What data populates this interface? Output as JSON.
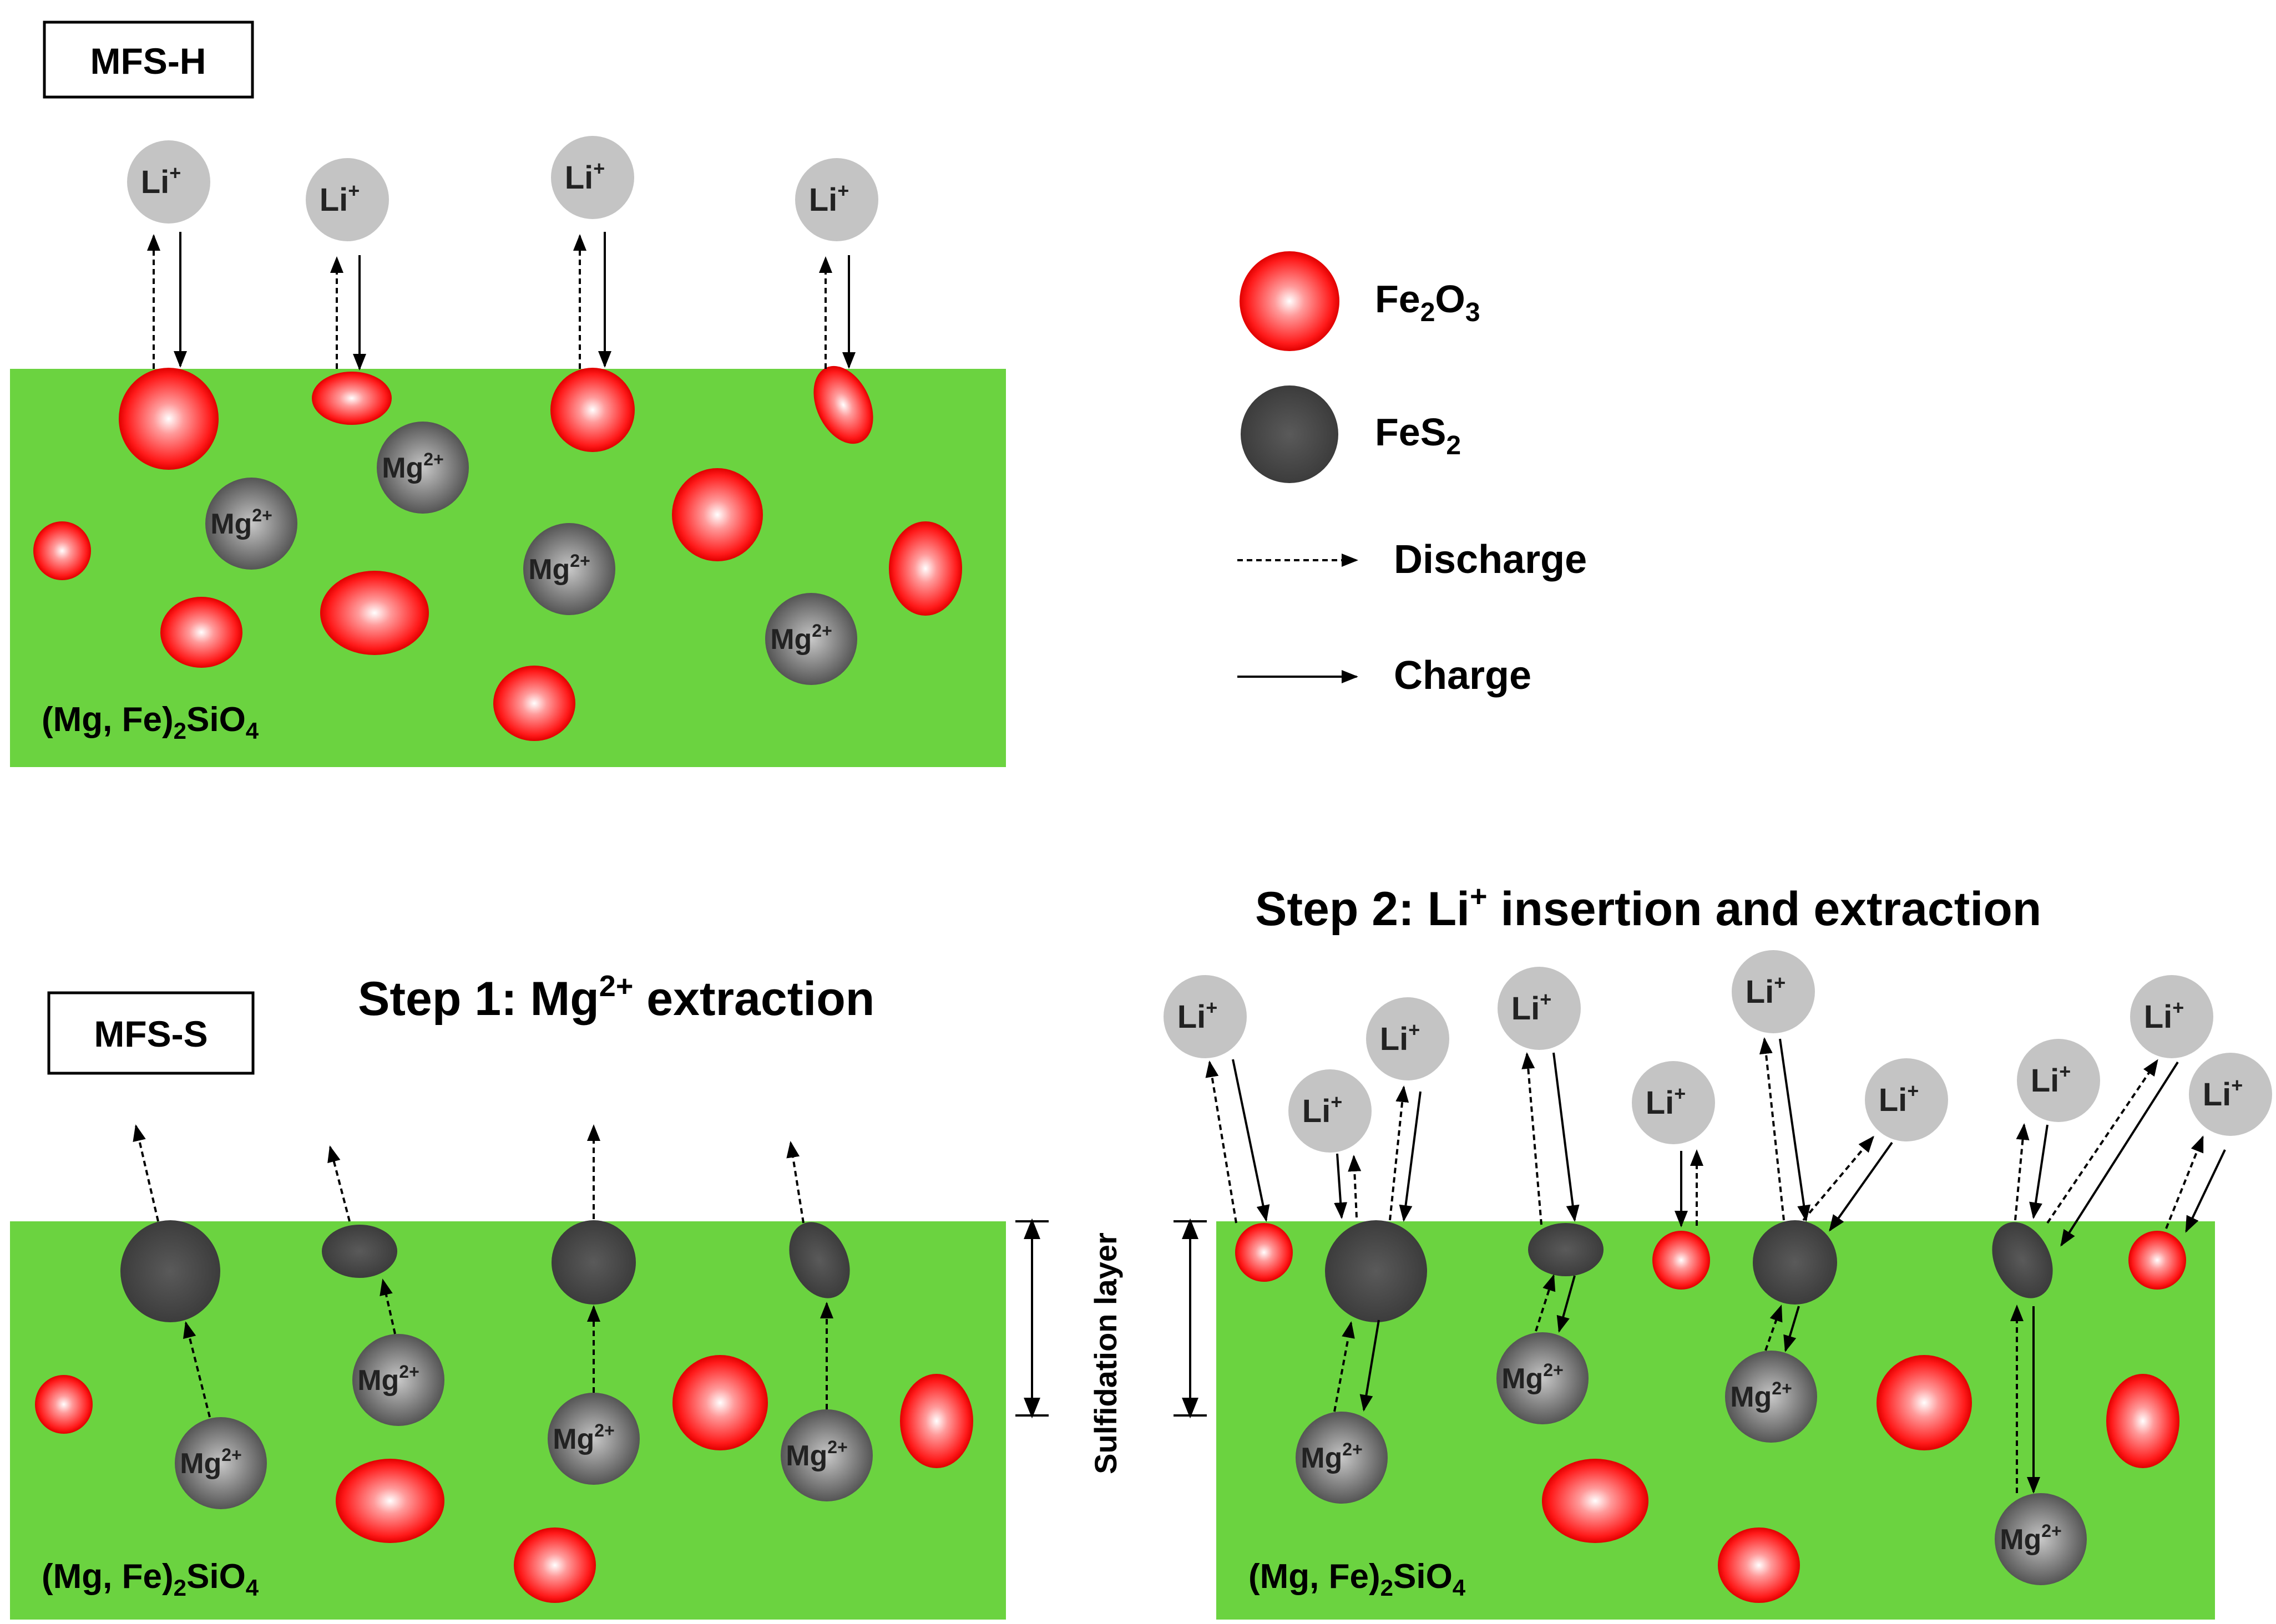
{
  "panels": {
    "top_label": "MFS-H",
    "bottom_label": "MFS-S"
  },
  "matrix": {
    "formula_base": "(Mg, Fe)",
    "formula_sub1": "2",
    "formula_mid": "SiO",
    "formula_sub2": "4"
  },
  "ions": {
    "li_base": "Li",
    "li_sup": "+",
    "mg_base": "Mg",
    "mg_sup": "2+"
  },
  "legend": {
    "fe2o3_1": "Fe",
    "fe2o3_2": "2",
    "fe2o3_3": "O",
    "fe2o3_4": "3",
    "fes2_1": "FeS",
    "fes2_2": "2",
    "discharge": "Discharge",
    "charge": "Charge"
  },
  "steps": {
    "step1_a": "Step 1: Mg",
    "step1_sup": "2+",
    "step1_b": " extraction",
    "step2_a": "Step 2: Li",
    "step2_sup": "+",
    "step2_b": " insertion and extraction"
  },
  "sulfidation_label": "Sulfidation layer",
  "colors": {
    "matrix": "#6BD340",
    "fe2o3": "#FF1A1A",
    "fes2": "#4A4A4A",
    "li_ion": "#C4C4C4",
    "mg_ion": "#6E6E6E"
  }
}
